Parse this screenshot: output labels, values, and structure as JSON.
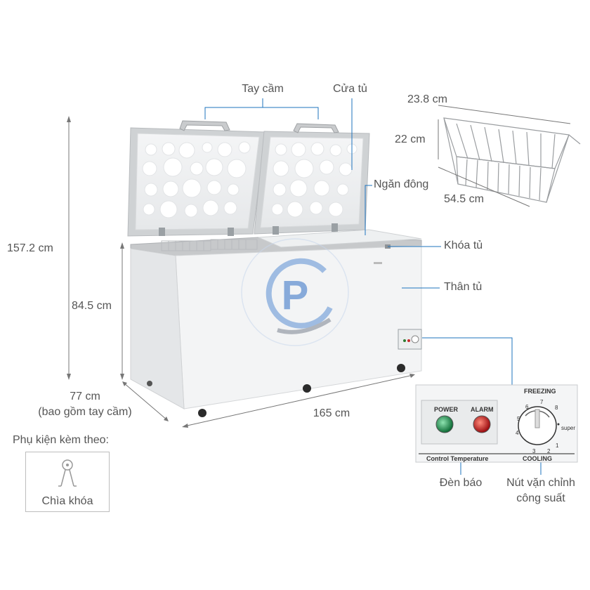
{
  "labels": {
    "handle": "Tay cầm",
    "door": "Cửa tủ",
    "freezer_compartment": "Ngăn đông",
    "lock": "Khóa tủ",
    "body": "Thân tủ",
    "indicator_light": "Đèn báo",
    "power_knob_line1": "Nút vặn chỉnh",
    "power_knob_line2": "công suất"
  },
  "dimensions": {
    "total_height": "157.2 cm",
    "body_height": "84.5 cm",
    "depth_line1": "77 cm",
    "depth_line2": "(bao gồm tay cầm)",
    "width": "165 cm",
    "basket_depth": "23.8 cm",
    "basket_height": "22 cm",
    "basket_width": "54.5 cm"
  },
  "accessories": {
    "title": "Phụ kiện kèm theo:",
    "item": "Chìa khóa"
  },
  "control_panel": {
    "freezing": "FREEZING",
    "cooling": "COOLING",
    "power": "POWER",
    "alarm": "ALARM",
    "control_temperature": "Control Temperature",
    "super": "super",
    "knob_numbers": [
      "1",
      "2",
      "3",
      "4",
      "5",
      "6",
      "7",
      "8"
    ]
  },
  "colors": {
    "power_light": "#1f8f4e",
    "alarm_light": "#c8141a",
    "callout_line": "#1e73be",
    "dimension_line": "#777777"
  }
}
